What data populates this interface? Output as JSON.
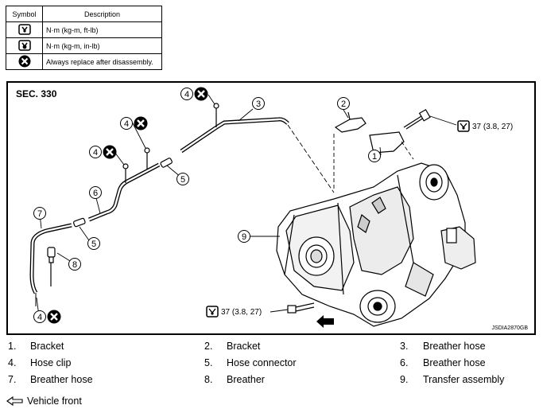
{
  "legend": {
    "header_symbol": "Symbol",
    "header_description": "Description",
    "rows": [
      {
        "icon": "wrench-ft-lb-icon",
        "text": "N·m (kg-m, ft-lb)"
      },
      {
        "icon": "wrench-in-lb-icon",
        "text": "N·m (kg-m, in-lb)"
      },
      {
        "icon": "replace-x-icon",
        "text": "Always replace after disassembly."
      }
    ]
  },
  "diagram": {
    "section": "SEC. 330",
    "figure_id": "JSDIA2870GB",
    "callouts": [
      "1",
      "2",
      "3",
      "4",
      "4",
      "4",
      "4",
      "5",
      "5",
      "6",
      "7",
      "8",
      "9"
    ],
    "torque_top": "37 (3.8, 27)",
    "torque_bottom": "37 (3.8, 27)"
  },
  "parts": [
    {
      "num": "1.",
      "label": "Bracket"
    },
    {
      "num": "2.",
      "label": "Bracket"
    },
    {
      "num": "3.",
      "label": "Breather hose"
    },
    {
      "num": "4.",
      "label": "Hose clip"
    },
    {
      "num": "5.",
      "label": "Hose connector"
    },
    {
      "num": "6.",
      "label": "Breather hose"
    },
    {
      "num": "7.",
      "label": "Breather hose"
    },
    {
      "num": "8.",
      "label": "Breather"
    },
    {
      "num": "9.",
      "label": "Transfer assembly"
    }
  ],
  "vehicle_front": "Vehicle front"
}
